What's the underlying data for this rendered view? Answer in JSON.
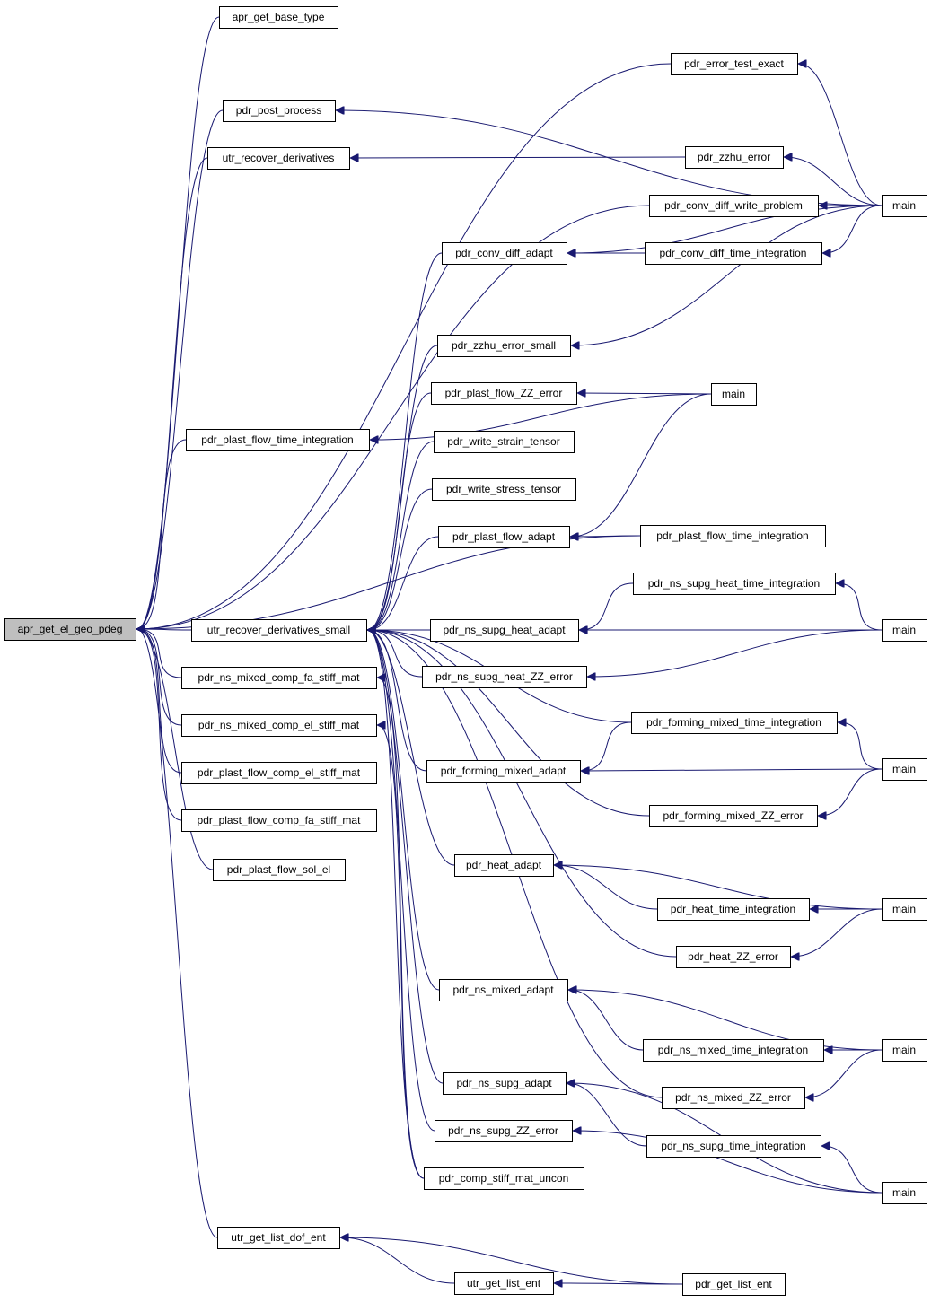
{
  "graph": {
    "nodes": [
      {
        "id": "n0",
        "label": "apr_get_el_geo_pdeg",
        "root": true
      },
      {
        "id": "n1",
        "label": "apr_get_base_type"
      },
      {
        "id": "n2",
        "label": "pdr_error_test_exact"
      },
      {
        "id": "n3",
        "label": "pdr_post_process"
      },
      {
        "id": "n4",
        "label": "utr_recover_derivatives"
      },
      {
        "id": "n5",
        "label": "pdr_zzhu_error"
      },
      {
        "id": "n6",
        "label": "main"
      },
      {
        "id": "n7",
        "label": "pdr_conv_diff_write_problem"
      },
      {
        "id": "n8",
        "label": "pdr_conv_diff_adapt"
      },
      {
        "id": "n9",
        "label": "pdr_conv_diff_time_integration"
      },
      {
        "id": "n10",
        "label": "pdr_zzhu_error_small"
      },
      {
        "id": "n11",
        "label": "pdr_plast_flow_ZZ_error"
      },
      {
        "id": "n12",
        "label": "main"
      },
      {
        "id": "n13",
        "label": "pdr_plast_flow_time_integration"
      },
      {
        "id": "n14",
        "label": "pdr_write_strain_tensor"
      },
      {
        "id": "n15",
        "label": "pdr_write_stress_tensor"
      },
      {
        "id": "n16",
        "label": "pdr_plast_flow_adapt"
      },
      {
        "id": "n17",
        "label": "pdr_plast_flow_time_integration"
      },
      {
        "id": "n18",
        "label": "pdr_ns_supg_heat_time_integration"
      },
      {
        "id": "n19",
        "label": "utr_recover_derivatives_small"
      },
      {
        "id": "n20",
        "label": "pdr_ns_supg_heat_adapt"
      },
      {
        "id": "n21",
        "label": "main"
      },
      {
        "id": "n22",
        "label": "pdr_ns_mixed_comp_fa_stiff_mat"
      },
      {
        "id": "n23",
        "label": "pdr_ns_supg_heat_ZZ_error"
      },
      {
        "id": "n24",
        "label": "pdr_forming_mixed_time_integration"
      },
      {
        "id": "n25",
        "label": "pdr_ns_mixed_comp_el_stiff_mat"
      },
      {
        "id": "n26",
        "label": "pdr_forming_mixed_adapt"
      },
      {
        "id": "n27",
        "label": "main"
      },
      {
        "id": "n28",
        "label": "pdr_plast_flow_comp_el_stiff_mat"
      },
      {
        "id": "n29",
        "label": "pdr_forming_mixed_ZZ_error"
      },
      {
        "id": "n30",
        "label": "pdr_plast_flow_comp_fa_stiff_mat"
      },
      {
        "id": "n31",
        "label": "pdr_heat_adapt"
      },
      {
        "id": "n32",
        "label": "pdr_plast_flow_sol_el"
      },
      {
        "id": "n33",
        "label": "pdr_heat_time_integration"
      },
      {
        "id": "n34",
        "label": "main"
      },
      {
        "id": "n35",
        "label": "pdr_heat_ZZ_error"
      },
      {
        "id": "n36",
        "label": "pdr_ns_mixed_adapt"
      },
      {
        "id": "n37",
        "label": "pdr_ns_mixed_time_integration"
      },
      {
        "id": "n38",
        "label": "main"
      },
      {
        "id": "n39",
        "label": "pdr_ns_mixed_ZZ_error"
      },
      {
        "id": "n40",
        "label": "pdr_ns_supg_adapt"
      },
      {
        "id": "n41",
        "label": "pdr_ns_supg_ZZ_error"
      },
      {
        "id": "n42",
        "label": "pdr_ns_supg_time_integration"
      },
      {
        "id": "n43",
        "label": "pdr_comp_stiff_mat_uncon"
      },
      {
        "id": "n44",
        "label": "main"
      },
      {
        "id": "n45",
        "label": "utr_get_list_dof_ent"
      },
      {
        "id": "n46",
        "label": "utr_get_list_ent"
      },
      {
        "id": "n47",
        "label": "pdr_get_list_ent"
      }
    ],
    "edges": [
      {
        "from": "n1",
        "to": "n0"
      },
      {
        "from": "n2",
        "to": "n0"
      },
      {
        "from": "n3",
        "to": "n0"
      },
      {
        "from": "n4",
        "to": "n0"
      },
      {
        "from": "n7",
        "to": "n0"
      },
      {
        "from": "n13",
        "to": "n0"
      },
      {
        "from": "n17",
        "to": "n0"
      },
      {
        "from": "n19",
        "to": "n0"
      },
      {
        "from": "n22",
        "to": "n0"
      },
      {
        "from": "n25",
        "to": "n0"
      },
      {
        "from": "n28",
        "to": "n0"
      },
      {
        "from": "n30",
        "to": "n0"
      },
      {
        "from": "n32",
        "to": "n0"
      },
      {
        "from": "n45",
        "to": "n0"
      },
      {
        "from": "n6",
        "to": "n2"
      },
      {
        "from": "n6",
        "to": "n3"
      },
      {
        "from": "n5",
        "to": "n4"
      },
      {
        "from": "n6",
        "to": "n5"
      },
      {
        "from": "n6",
        "to": "n7"
      },
      {
        "from": "n9",
        "to": "n8"
      },
      {
        "from": "n6",
        "to": "n8"
      },
      {
        "from": "n6",
        "to": "n9"
      },
      {
        "from": "n6",
        "to": "n10"
      },
      {
        "from": "n12",
        "to": "n11"
      },
      {
        "from": "n12",
        "to": "n13"
      },
      {
        "from": "n12",
        "to": "n16"
      },
      {
        "from": "n17",
        "to": "n16"
      },
      {
        "from": "n8",
        "to": "n19"
      },
      {
        "from": "n10",
        "to": "n19"
      },
      {
        "from": "n11",
        "to": "n19"
      },
      {
        "from": "n14",
        "to": "n19"
      },
      {
        "from": "n15",
        "to": "n19"
      },
      {
        "from": "n16",
        "to": "n19"
      },
      {
        "from": "n20",
        "to": "n19"
      },
      {
        "from": "n23",
        "to": "n19"
      },
      {
        "from": "n24",
        "to": "n19"
      },
      {
        "from": "n26",
        "to": "n19"
      },
      {
        "from": "n29",
        "to": "n19"
      },
      {
        "from": "n31",
        "to": "n19"
      },
      {
        "from": "n35",
        "to": "n19"
      },
      {
        "from": "n36",
        "to": "n19"
      },
      {
        "from": "n39",
        "to": "n19"
      },
      {
        "from": "n40",
        "to": "n19"
      },
      {
        "from": "n41",
        "to": "n19"
      },
      {
        "from": "n43",
        "to": "n19"
      },
      {
        "from": "n18",
        "to": "n20"
      },
      {
        "from": "n21",
        "to": "n20"
      },
      {
        "from": "n21",
        "to": "n18"
      },
      {
        "from": "n21",
        "to": "n23"
      },
      {
        "from": "n24",
        "to": "n26"
      },
      {
        "from": "n27",
        "to": "n26"
      },
      {
        "from": "n27",
        "to": "n24"
      },
      {
        "from": "n27",
        "to": "n29"
      },
      {
        "from": "n43",
        "to": "n22"
      },
      {
        "from": "n43",
        "to": "n25"
      },
      {
        "from": "n34",
        "to": "n31"
      },
      {
        "from": "n33",
        "to": "n31"
      },
      {
        "from": "n34",
        "to": "n33"
      },
      {
        "from": "n34",
        "to": "n35"
      },
      {
        "from": "n38",
        "to": "n36"
      },
      {
        "from": "n37",
        "to": "n36"
      },
      {
        "from": "n38",
        "to": "n37"
      },
      {
        "from": "n38",
        "to": "n39"
      },
      {
        "from": "n44",
        "to": "n40"
      },
      {
        "from": "n42",
        "to": "n40"
      },
      {
        "from": "n44",
        "to": "n42"
      },
      {
        "from": "n44",
        "to": "n41"
      },
      {
        "from": "n47",
        "to": "n45"
      },
      {
        "from": "n46",
        "to": "n45"
      },
      {
        "from": "n47",
        "to": "n46"
      }
    ]
  }
}
